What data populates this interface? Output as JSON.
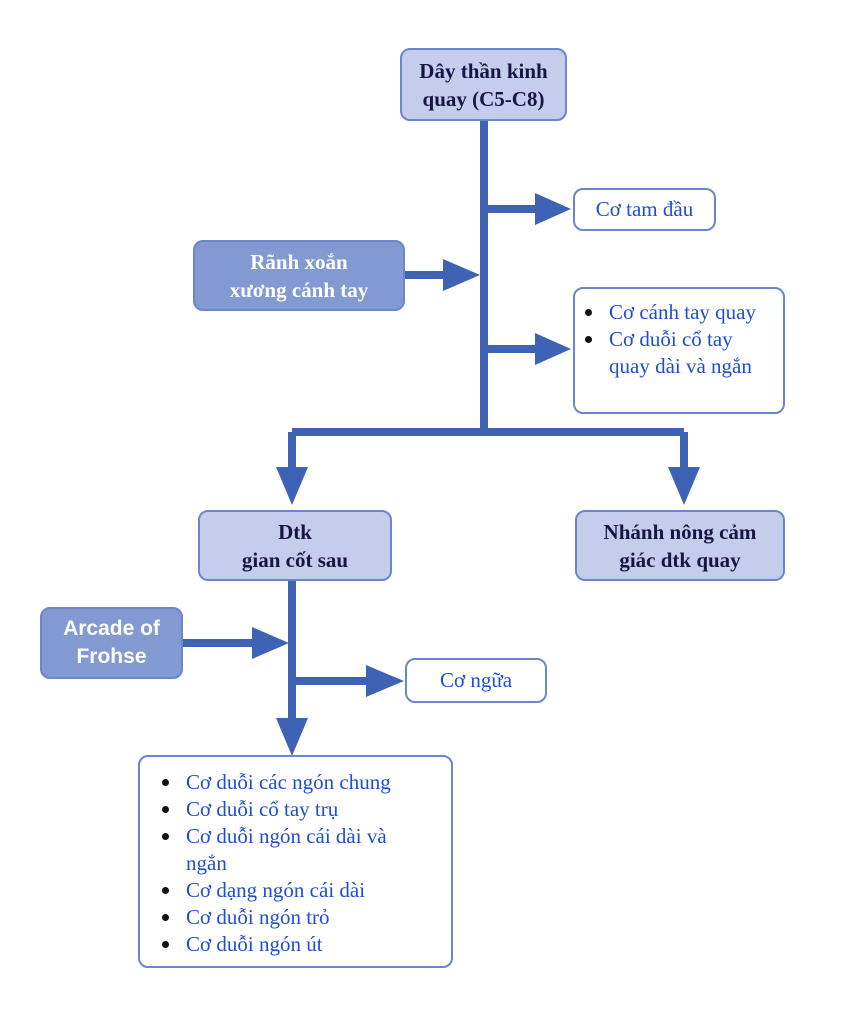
{
  "colors": {
    "arrow": "#3f63b4",
    "box_light": "#c5cdec",
    "box_dark": "#8299d2",
    "text_blue": "#1f4fd1"
  },
  "nodes": {
    "root": {
      "line1": "Dây thần kinh",
      "line2": "quay (C5-C8)"
    },
    "triceps": "Cơ tam đầu",
    "groove": {
      "line1": "Rãnh xoắn",
      "line2": "xương cánh tay"
    },
    "upper_muscles": [
      "Cơ cánh tay quay",
      "Cơ duỗi cổ tay quay dài và ngắn"
    ],
    "pin": {
      "line1": "Dtk",
      "line2": "gian cốt sau"
    },
    "sensory": {
      "line1": "Nhánh nông cảm",
      "line2": "giác dtk quay"
    },
    "arcade": {
      "line1": "Arcade of",
      "line2": "Frohse"
    },
    "supinator": "Cơ ngữa",
    "lower_muscles": [
      "Cơ duỗi các ngón chung",
      "Cơ duỗi cổ tay trụ",
      "Cơ duỗi ngón cái dài và ngắn",
      "Cơ dạng ngón cái dài",
      "Cơ duỗi ngón trỏ",
      "Cơ duỗi ngón út"
    ]
  }
}
